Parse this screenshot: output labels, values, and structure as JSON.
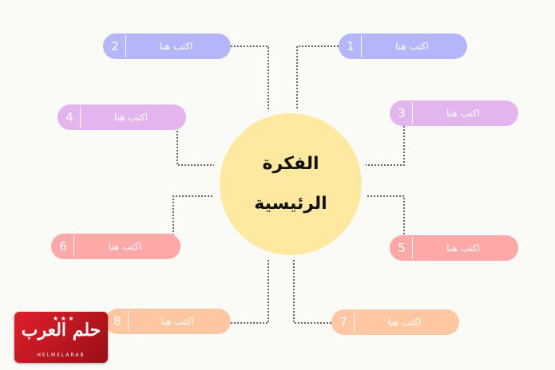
{
  "center": {
    "line1": "الفكرة",
    "line2": "الرئيسية"
  },
  "nodes": [
    {
      "num": "1",
      "text": "اكتب هنا",
      "color": "#b4b6fb"
    },
    {
      "num": "2",
      "text": "اكتب هنا",
      "color": "#b4b6fb"
    },
    {
      "num": "3",
      "text": "اكتب هنا",
      "color": "#e4b4ef"
    },
    {
      "num": "4",
      "text": "اكتب هنا",
      "color": "#e4b4ef"
    },
    {
      "num": "5",
      "text": "اكتب هنا",
      "color": "#ffa8a8"
    },
    {
      "num": "6",
      "text": "اكتب هنا",
      "color": "#ffa8a8"
    },
    {
      "num": "7",
      "text": "اكتب هنا",
      "color": "#ffc6a2"
    },
    {
      "num": "8",
      "text": "اكتب هنا",
      "color": "#ffc6a2"
    }
  ],
  "logo": {
    "text": "حلم العرب",
    "sub": "HELMELARAB"
  },
  "colors": {
    "center": "#ffe9a0",
    "connector": "#333333",
    "background": "#fafaf7"
  }
}
